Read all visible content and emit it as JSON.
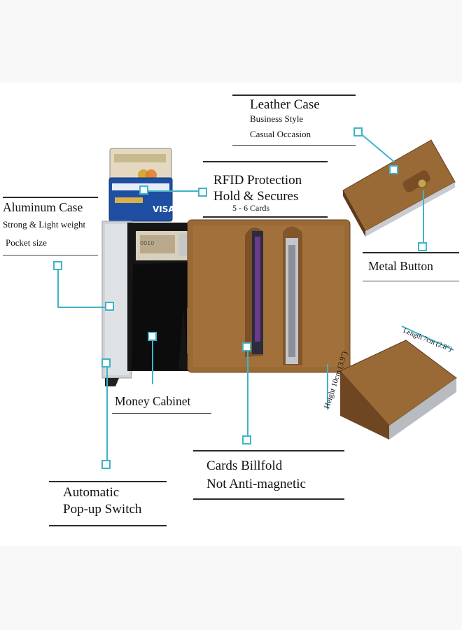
{
  "callouts": {
    "leather_case": {
      "title": "Leather Case",
      "line1": "Business Style",
      "line2": "Casual Occasion"
    },
    "rfid": {
      "title": "RFID Protection",
      "line1": "Hold & Secures",
      "line2": "5 - 6 Cards"
    },
    "aluminum_case": {
      "title": "Aluminum Case",
      "line1": "Strong & Light weight",
      "line2": "Pocket size"
    },
    "metal_button": {
      "title": "Metal Button"
    },
    "money_cabinet": {
      "title": "Money Cabinet"
    },
    "cards_billfold": {
      "title": "Cards Billfold",
      "line1": "Not Anti-magnetic"
    },
    "popup_switch": {
      "title": "Automatic",
      "line1": "Pop-up Switch"
    }
  },
  "dimensions": {
    "height_label": "Height  10cm (3.9\")",
    "length_label": "Length 7cm (2.8\")"
  },
  "colors": {
    "leader": "#3fb3c9",
    "leather": "#9a6a36",
    "leather_dark": "#6e4521",
    "aluminum": "#cfd2d6"
  }
}
